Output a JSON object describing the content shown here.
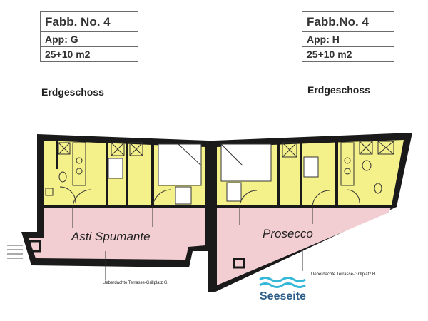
{
  "units": [
    {
      "title": "Fabb. No. 4",
      "app": "App:   G",
      "area": "25+10  m2",
      "floor": "Erdgeschoss"
    },
    {
      "title": "Fabb.No. 4",
      "app": "App:    H",
      "area": "25+10  m2",
      "floor": "Erdgeschoss"
    }
  ],
  "plan": {
    "apartment_g_name": "Asti Spumante",
    "apartment_h_name": "Prosecco",
    "terrace_g": "Ueberdachte Terrasse-Grillplatz  G",
    "terrace_h": "Ueberdachte Terrasse-Grillplatz H",
    "sea_side": "Seeseite"
  },
  "colors": {
    "wall": "#1a1a1a",
    "interior": "#f4f08a",
    "terrace": "#f2ced3",
    "sea": "#35b8d8",
    "sea_text": "#2d5f8a"
  },
  "icons": [
    "wave-icon"
  ]
}
